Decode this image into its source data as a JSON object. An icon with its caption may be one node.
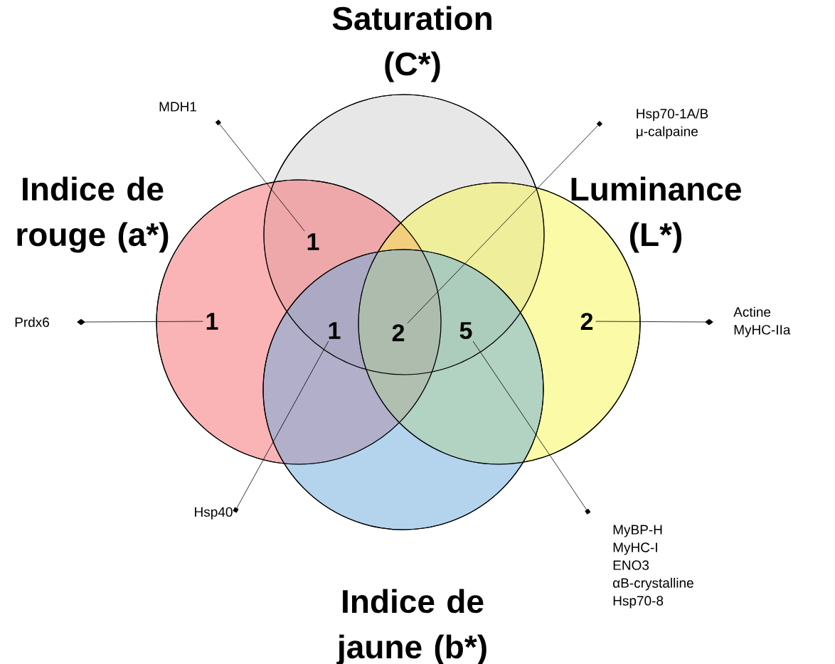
{
  "diagram": {
    "nodes": [
      {
        "text": [
          "Saturation (C*)"
        ]
      },
      {
        "text": [
          "Indice de rouge (a*)"
        ]
      },
      {
        "text": [
          "Luminance (L*)"
        ]
      },
      {
        "text": [
          "Indice de jaune (b*)"
        ]
      },
      {
        "text": [
          "1"
        ]
      },
      {
        "text": [
          "1"
        ],
        "in": 1
      },
      {
        "text": [
          "1"
        ]
      },
      {
        "text": [
          "2"
        ]
      },
      {
        "text": [
          "5"
        ]
      },
      {
        "text": [
          "2"
        ],
        "in": 2
      },
      {
        "text": [
          "MDH1"
        ]
      },
      {
        "text": [
          "Hsp70-1A/B",
          "μ-calpaine"
        ]
      },
      {
        "text": [
          "Prdx6"
        ]
      },
      {
        "text": [
          "Actine",
          "MyHC-IIa"
        ]
      },
      {
        "text": [
          "Hsp40"
        ]
      },
      {
        "text": [
          "MyBP-H",
          "MyHC-I",
          "ENO3",
          "αB-crystalline",
          "Hsp70-8"
        ]
      }
    ],
    "edges": [
      {
        "from": 10,
        "to": 4,
        "arrow": "other"
      },
      {
        "from": 11,
        "to": 7,
        "arrow": "other"
      },
      {
        "from": 12,
        "to": 5,
        "arrow": "other"
      },
      {
        "from": 13,
        "to": 9,
        "arrow": "other"
      },
      {
        "from": 14,
        "to": 6,
        "arrow": "other"
      },
      {
        "from": 15,
        "to": 8,
        "arrow": "other"
      }
    ]
  }
}
